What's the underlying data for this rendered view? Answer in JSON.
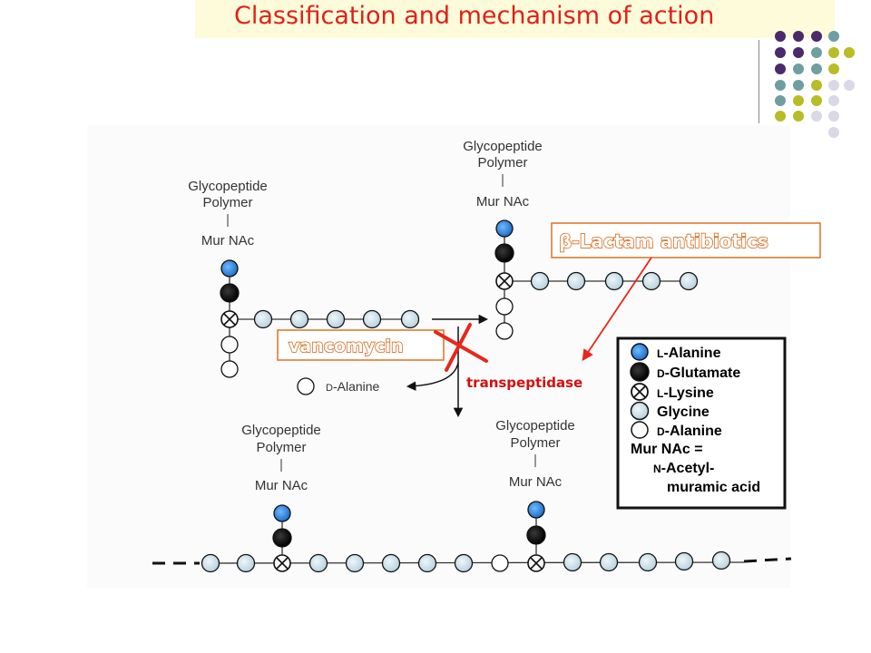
{
  "title": "Classification and mechanism of action",
  "polymer_units": [
    {
      "id": "top-left",
      "line1": "Glycopeptide",
      "line2": "Polymer",
      "line3": "Mur NAc"
    },
    {
      "id": "top-right",
      "line1": "Glycopeptide",
      "line2": "Polymer",
      "line3": "Mur NAc"
    },
    {
      "id": "bottom-left",
      "line1": "Glycopeptide",
      "line2": "Polymer",
      "line3": "Mur NAc"
    },
    {
      "id": "bottom-right",
      "line1": "Glycopeptide",
      "line2": "Polymer",
      "line3": "Mur NAc"
    }
  ],
  "labels": {
    "beta_symbol": "β",
    "beta_lactam": "-Lactam antibiotics",
    "vancomycin": "vancomycin",
    "transpeptidase": "transpeptidase",
    "d_alanine_prefix": "D",
    "d_alanine_rest": "-Alanine"
  },
  "legend": [
    {
      "prefix": "L",
      "rest": "-Alanine",
      "symbol": "l-alanine"
    },
    {
      "prefix": "D",
      "rest": "-Glutamate",
      "symbol": "d-glutamate"
    },
    {
      "prefix": "L",
      "rest": "-Lysine",
      "symbol": "l-lysine"
    },
    {
      "prefix": "",
      "rest": "Glycine",
      "symbol": "glycine"
    },
    {
      "prefix": "D",
      "rest": "-Alanine",
      "symbol": "d-alanine"
    }
  ],
  "legend_note": {
    "line1": "Mur NAc =",
    "line2_prefix": "N",
    "line2_rest": "-Acetyl-",
    "line3": "muramic acid"
  },
  "colors": {
    "l_alanine": "#2e86de",
    "d_glutamate": "#000000",
    "glycine": "#c8dde6",
    "inhibitor": "#e8261b",
    "title": "#e0201a"
  }
}
